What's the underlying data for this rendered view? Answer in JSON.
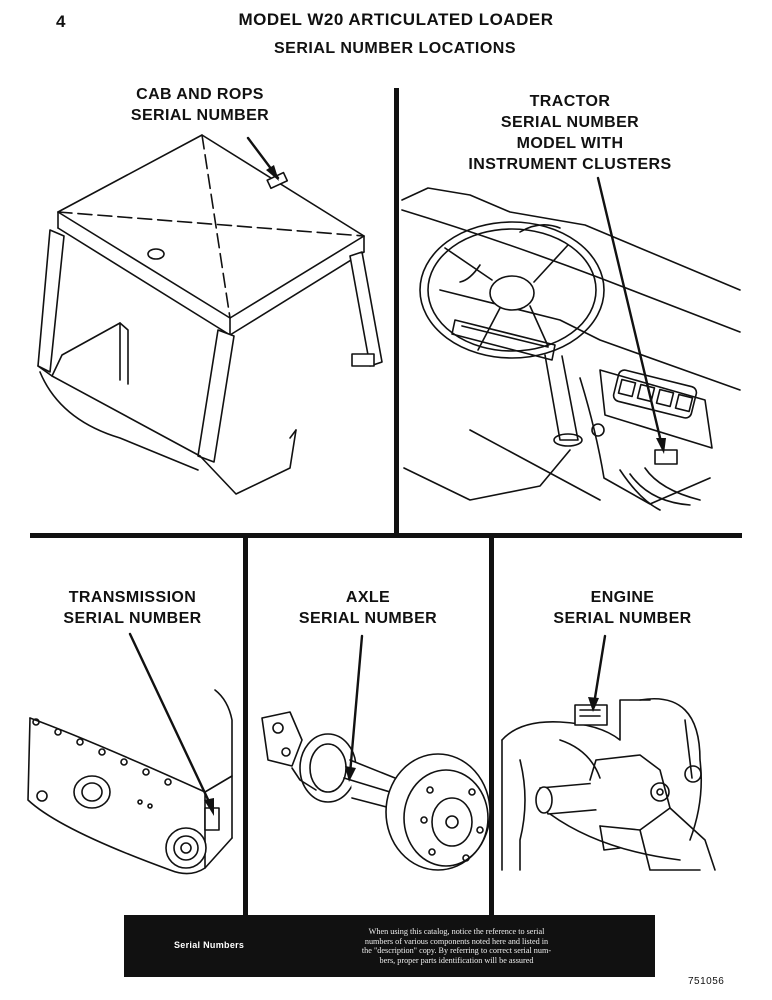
{
  "page_number": "4",
  "title": "MODEL W20 ARTICULATED LOADER",
  "subtitle": "SERIAL NUMBER LOCATIONS",
  "panels": {
    "cab": {
      "line1": "CAB AND ROPS",
      "line2": "SERIAL NUMBER"
    },
    "tractor": {
      "line1": "TRACTOR",
      "line2": "SERIAL NUMBER",
      "line3": "MODEL WITH",
      "line4": "INSTRUMENT CLUSTERS"
    },
    "transmission": {
      "line1": "TRANSMISSION",
      "line2": "SERIAL NUMBER"
    },
    "axle": {
      "line1": "AXLE",
      "line2": "SERIAL NUMBER"
    },
    "engine": {
      "line1": "ENGINE",
      "line2": "SERIAL NUMBER"
    }
  },
  "footer": {
    "title": "Serial Numbers",
    "text": [
      "When using this catalog, notice the reference to serial",
      "numbers of various components noted here and listed in",
      "the \"description\" copy. By referring to correct serial num-",
      "bers, proper parts identification will be assured"
    ]
  },
  "drawing_code": "751056"
}
